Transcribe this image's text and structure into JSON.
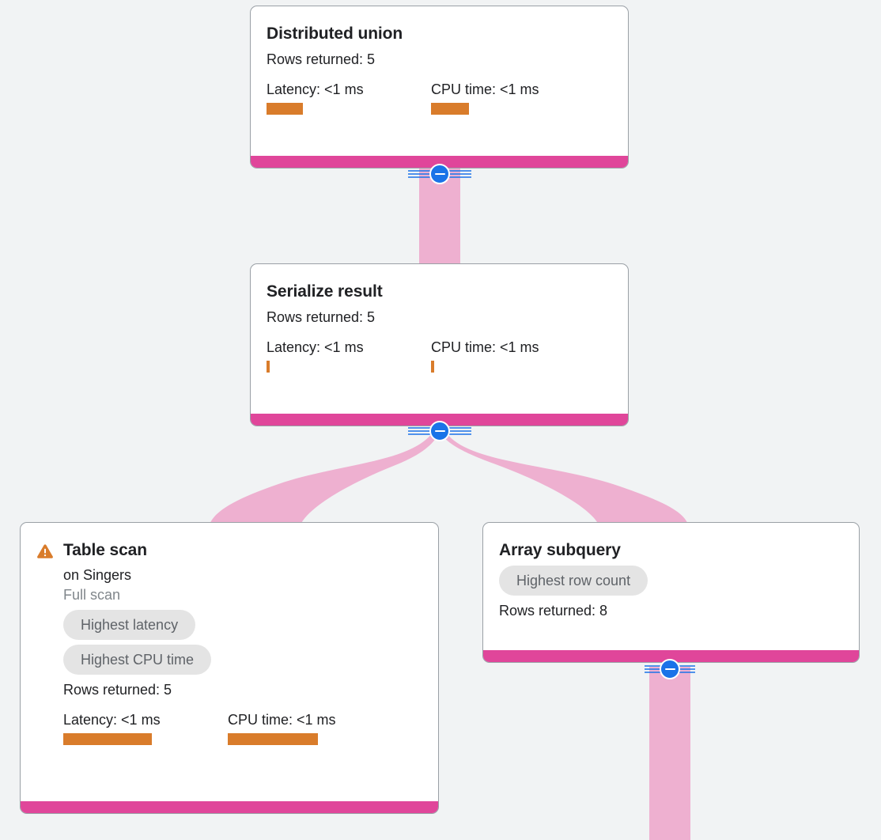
{
  "view": {
    "name": "query-execution-plan",
    "background_color": "#f1f3f4",
    "accent_color": "#e0469a",
    "edge_color": "#eeb0d0",
    "metric_bar_color": "#d97c2b",
    "toggle_color": "#1a73e8"
  },
  "nodes": [
    {
      "id": "distributed-union",
      "title": "Distributed union",
      "rows_returned": "Rows returned: 5",
      "latency_label": "Latency: <1 ms",
      "cpu_label": "CPU time: <1 ms",
      "latency_bar_width": 46,
      "cpu_bar_width": 48,
      "has_warning": false,
      "chips": [],
      "subtitle": "",
      "note": "",
      "has_toggle": true
    },
    {
      "id": "serialize-result",
      "title": "Serialize result",
      "rows_returned": "Rows returned: 5",
      "latency_label": "Latency: <1 ms",
      "cpu_label": "CPU time: <1 ms",
      "latency_bar_width": 4,
      "cpu_bar_width": 4,
      "has_warning": false,
      "chips": [],
      "subtitle": "",
      "note": "",
      "has_toggle": true
    },
    {
      "id": "table-scan",
      "title": "Table scan",
      "subtitle": "on Singers",
      "note": "Full scan",
      "chips": [
        "Highest latency",
        "Highest CPU time"
      ],
      "rows_returned": "Rows returned: 5",
      "latency_label": "Latency: <1 ms",
      "cpu_label": "CPU time: <1 ms",
      "latency_bar_width": 112,
      "cpu_bar_width": 114,
      "has_warning": true,
      "has_toggle": false
    },
    {
      "id": "array-subquery",
      "title": "Array subquery",
      "subtitle": "",
      "note": "",
      "chips": [
        "Highest row count"
      ],
      "rows_returned": "Rows returned: 8",
      "latency_label": "",
      "cpu_label": "",
      "latency_bar_width": 0,
      "cpu_bar_width": 0,
      "has_warning": false,
      "has_toggle": true
    }
  ],
  "toggles": [
    {
      "id": "toggle-distributed-union",
      "icon": "minus-circle-icon",
      "state": "expanded"
    },
    {
      "id": "toggle-serialize-result",
      "icon": "minus-circle-icon",
      "state": "expanded"
    },
    {
      "id": "toggle-array-subquery",
      "icon": "minus-circle-icon",
      "state": "expanded"
    }
  ],
  "edges": [
    {
      "from": "distributed-union",
      "to": "serialize-result"
    },
    {
      "from": "serialize-result",
      "to": "table-scan"
    },
    {
      "from": "serialize-result",
      "to": "array-subquery"
    },
    {
      "from": "array-subquery",
      "to": "offscreen-child"
    }
  ]
}
